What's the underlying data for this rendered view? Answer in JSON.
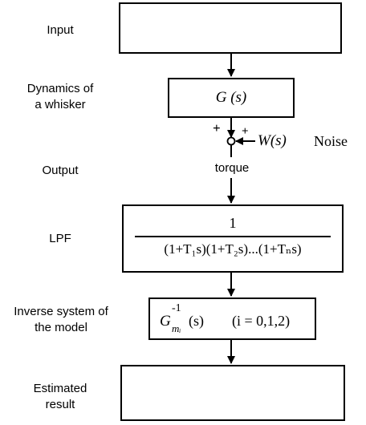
{
  "labels": {
    "input": "Input",
    "dynamics_line1": "Dynamics of",
    "dynamics_line2": "a whisker",
    "output": "Output",
    "lpf": "LPF",
    "inverse_line1": "Inverse system of",
    "inverse_line2": "the model",
    "estimated_line1": "Estimated",
    "estimated_line2": "result"
  },
  "blocks": {
    "whisker_tf": "G (s)",
    "lpf_numerator": "1",
    "lpf_denominator": "(1+T₁s)(1+T₂s)...(1+Tₙs)",
    "inverse_tf": "G",
    "inverse_sup": "-1",
    "inverse_sub": "mᵢ",
    "inverse_arg": "(s)",
    "inverse_cond": "(i = 0,1,2)"
  },
  "junction": {
    "plus_left": "+",
    "plus_right": "+",
    "noise_tf": "W(s)",
    "noise_label": "Noise",
    "signal_label": "torque"
  },
  "colors": {
    "stroke": "#000000",
    "background": "#ffffff"
  }
}
